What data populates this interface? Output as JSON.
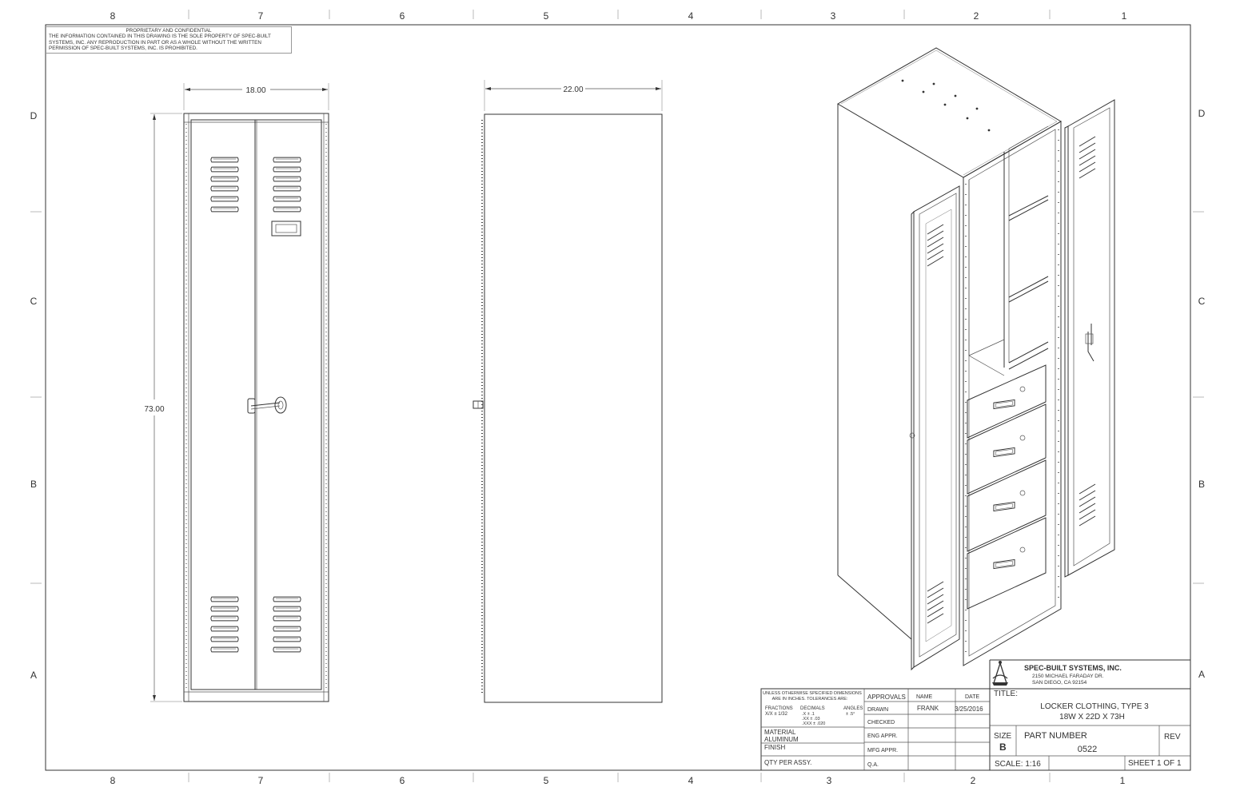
{
  "border": {
    "columns": [
      "8",
      "7",
      "6",
      "5",
      "4",
      "3",
      "2",
      "1"
    ],
    "rows": [
      "D",
      "C",
      "B",
      "A"
    ]
  },
  "notice": {
    "heading": "PROPRIETARY AND CONFIDENTIAL",
    "body": "THE INFORMATION CONTAINED IN THIS DRAWING IS THE SOLE PROPERTY OF SPEC-BUILT SYSTEMS, INC.  ANY REPRODUCTION IN PART OR AS A WHOLE WITHOUT THE WRITTEN PERMISSION OF SPEC-BUILT SYSTEMS, INC. IS PROHIBITED."
  },
  "dimensions": {
    "front_width": "18.00",
    "front_height": "73.00",
    "side_depth": "22.00"
  },
  "title_block": {
    "tolerance_note_1": "UNLESS OTHERWISE SPECIFIED DIMENSIONS",
    "tolerance_note_2": "ARE IN INCHES.  TOLERANCES ARE:",
    "fractions_label": "FRACTIONS",
    "fractions_value": "X/X ± 1/32",
    "decimals_label": "DECIMALS",
    "decimals_x": ".X    ± .1",
    "decimals_xx": ".XX   ± .03",
    "decimals_xxx": ".XXX ± .020",
    "angles_label": "ANGLES",
    "angles_value": "± .5°",
    "material_label": "MATERIAL",
    "material_value": "ALUMINUM",
    "finish_label": "FINISH",
    "qty_label": "QTY PER ASSY.",
    "approvals_header": "APPROVALS",
    "name_header": "NAME",
    "date_header": "DATE",
    "drawn_label": "DRAWN",
    "drawn_name": "FRANK",
    "drawn_date": "3/25/2016",
    "checked_label": "CHECKED",
    "eng_label": "ENG APPR.",
    "mfg_label": "MFG APPR.",
    "qa_label": "Q.A.",
    "company_name": "SPEC-BUILT SYSTEMS, INC.",
    "company_address_1": "2150 MICHAEL FARADAY DR.",
    "company_address_2": "SAN DIEGO, CA 92154",
    "title_label": "TITLE:",
    "title_line_1": "LOCKER CLOTHING, TYPE 3",
    "title_line_2": "18W X 22D X 73H",
    "size_label": "SIZE",
    "size_value": "B",
    "part_number_label": "PART NUMBER",
    "part_number_value": "0522",
    "rev_label": "REV",
    "scale_text": "SCALE: 1:16",
    "sheet_text": "SHEET 1 OF 1"
  },
  "colors": {
    "line": "#333333",
    "paper": "#ffffff"
  }
}
